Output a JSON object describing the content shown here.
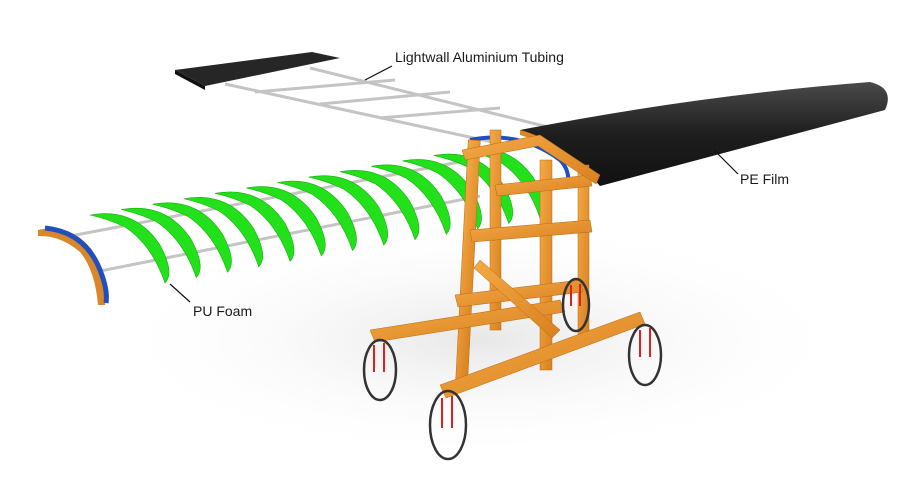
{
  "labels": {
    "tubing": "Lightwall Aluminium Tubing",
    "film": "PE Film",
    "foam": "PU Foam"
  },
  "colors": {
    "film": "#1e1e1e",
    "foam": "#22e01a",
    "wood": "#e8962e",
    "spar_blue": "#1f4fc0",
    "tubing": "#c8c8c8"
  }
}
